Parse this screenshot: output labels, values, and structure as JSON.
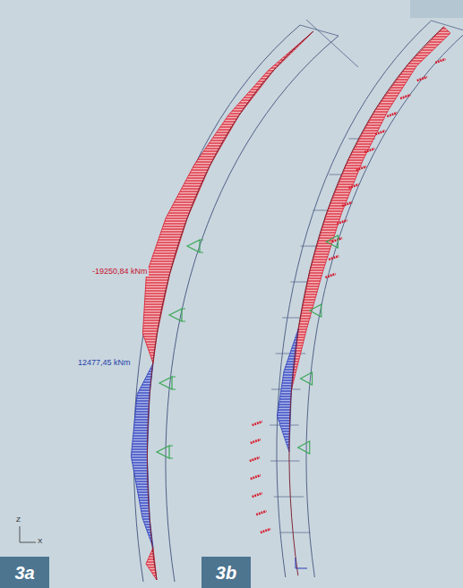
{
  "diagram": {
    "labels": [
      "3a",
      "3b",
      "-19250,84 kNm",
      "12477,45 kNm",
      "Z",
      "X"
    ]
  }
}
